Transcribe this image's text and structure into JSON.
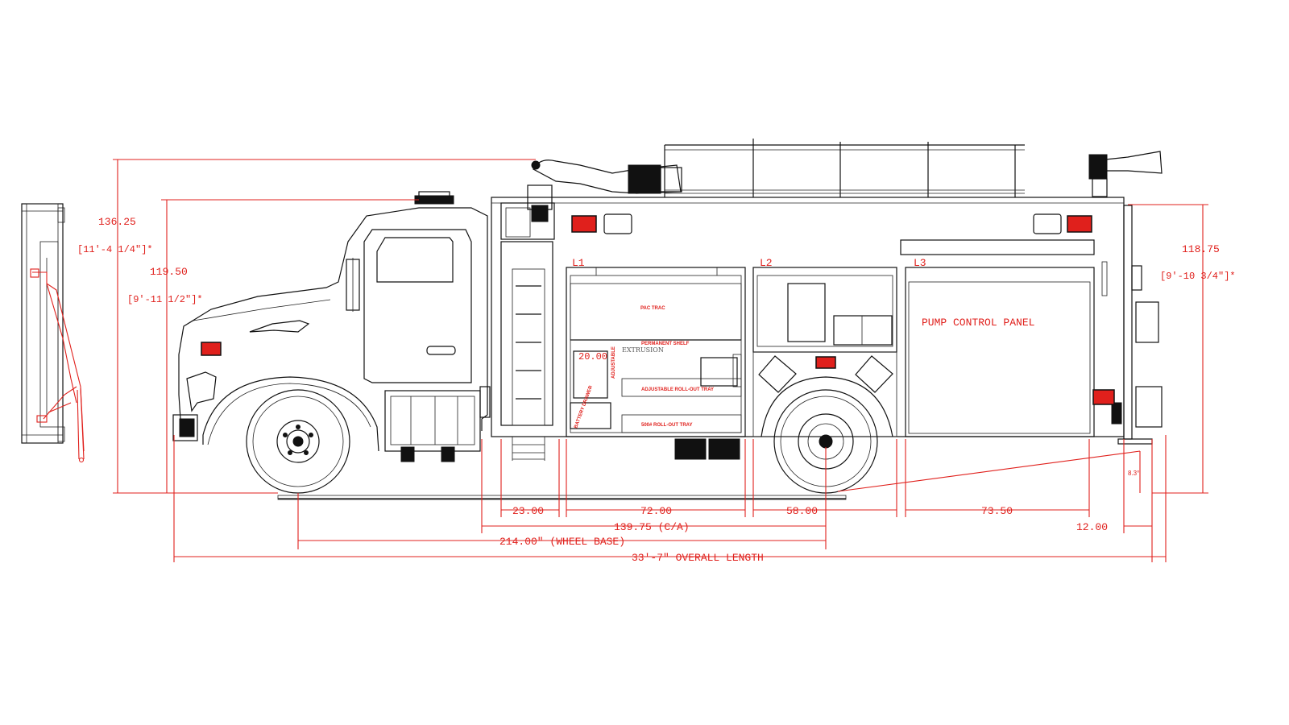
{
  "dimensions": {
    "overall_height": "136.25",
    "overall_height_ft": "[11'-4 1/4\"]*",
    "body_height": "119.50",
    "body_height_ft": "[9'-11 1/2\"]*",
    "rear_height": "118.75",
    "rear_height_ft": "[9'-10 3/4\"]*",
    "ladder_width": "23.00",
    "l1_width": "72.00",
    "l2_width": "58.00",
    "l3_width": "73.50",
    "rear_overhang": "12.00",
    "cab_to_axle": "139.75 (C/A)",
    "wheel_base": "214.00\" (WHEEL BASE)",
    "overall_length": "33'-7\" OVERALL LENGTH",
    "angle_departure": "8.3°",
    "shelf_dim": "20.00"
  },
  "compartments": {
    "l1": "L1",
    "l2": "L2",
    "l3": "L3",
    "pump_panel": "PUMP CONTROL PANEL",
    "pac_trac": "PAC TRAC",
    "extrusion": "EXTRUSION",
    "permanent_shelf": "PERMANENT SHELF",
    "adjustable_tray": "ADJUSTABLE ROLL-OUT TRAY",
    "rollout_tray": "500# ROLL-OUT TRAY",
    "battery_drawer": "BATTERY DRAWER",
    "extruded_shelf": "ADJUSTABLE"
  },
  "colors": {
    "dimension": "#e0201c",
    "linework": "#111111"
  }
}
